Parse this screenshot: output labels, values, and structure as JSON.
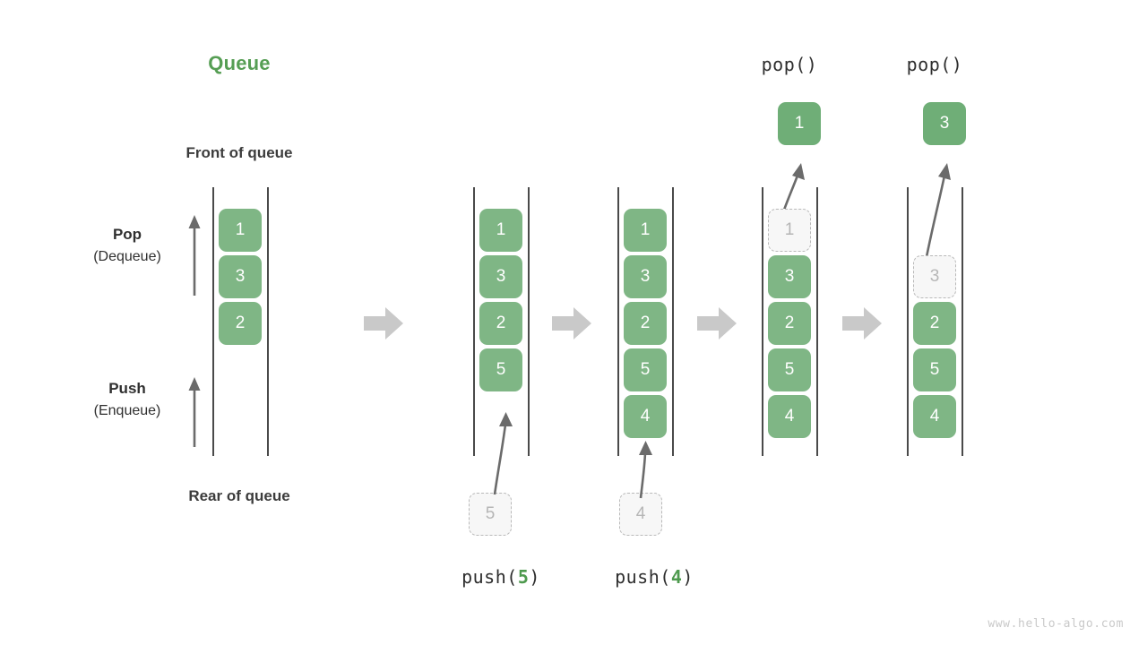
{
  "title": "Queue",
  "labels": {
    "front": "Front of queue",
    "rear": "Rear of queue",
    "pop_main": "Pop",
    "pop_sub": "(Dequeue)",
    "push_main": "Push",
    "push_sub": "(Enqueue)"
  },
  "watermark": "www.hello-algo.com",
  "colors": {
    "accent_green": "#569e54",
    "cell_green": "#7fb685",
    "ghost_gray": "#b6b6b6",
    "arrow_gray": "#6b6b6b",
    "step_arrow_gray": "#c9c9c9",
    "text_dark": "#3a3a3a"
  },
  "columns": [
    {
      "id": "initial",
      "heading": "",
      "caption_prefix": "",
      "caption_arg": "",
      "caption_suffix": "",
      "cells": [
        {
          "value": "1",
          "state": "filled"
        },
        {
          "value": "3",
          "state": "filled"
        },
        {
          "value": "2",
          "state": "filled"
        }
      ],
      "incoming": null,
      "outgoing": null
    },
    {
      "id": "push-5",
      "heading": "",
      "caption_prefix": "push(",
      "caption_arg": "5",
      "caption_suffix": ")",
      "cells": [
        {
          "value": "1",
          "state": "filled"
        },
        {
          "value": "3",
          "state": "filled"
        },
        {
          "value": "2",
          "state": "filled"
        },
        {
          "value": "5",
          "state": "filled"
        }
      ],
      "incoming": {
        "value": "5"
      },
      "outgoing": null
    },
    {
      "id": "push-4",
      "heading": "",
      "caption_prefix": "push(",
      "caption_arg": "4",
      "caption_suffix": ")",
      "cells": [
        {
          "value": "1",
          "state": "filled"
        },
        {
          "value": "3",
          "state": "filled"
        },
        {
          "value": "2",
          "state": "filled"
        },
        {
          "value": "5",
          "state": "filled"
        },
        {
          "value": "4",
          "state": "filled"
        }
      ],
      "incoming": {
        "value": "4"
      },
      "outgoing": null
    },
    {
      "id": "pop-1",
      "heading": "pop()",
      "caption_prefix": "",
      "caption_arg": "",
      "caption_suffix": "",
      "cells": [
        {
          "value": "1",
          "state": "ghost"
        },
        {
          "value": "3",
          "state": "filled"
        },
        {
          "value": "2",
          "state": "filled"
        },
        {
          "value": "5",
          "state": "filled"
        },
        {
          "value": "4",
          "state": "filled"
        }
      ],
      "incoming": null,
      "outgoing": {
        "value": "1"
      }
    },
    {
      "id": "pop-3",
      "heading": "pop()",
      "caption_prefix": "",
      "caption_arg": "",
      "caption_suffix": "",
      "cells": [
        {
          "value": "",
          "state": "empty"
        },
        {
          "value": "3",
          "state": "ghost"
        },
        {
          "value": "2",
          "state": "filled"
        },
        {
          "value": "5",
          "state": "filled"
        },
        {
          "value": "4",
          "state": "filled"
        }
      ],
      "incoming": null,
      "outgoing": {
        "value": "3"
      }
    }
  ]
}
